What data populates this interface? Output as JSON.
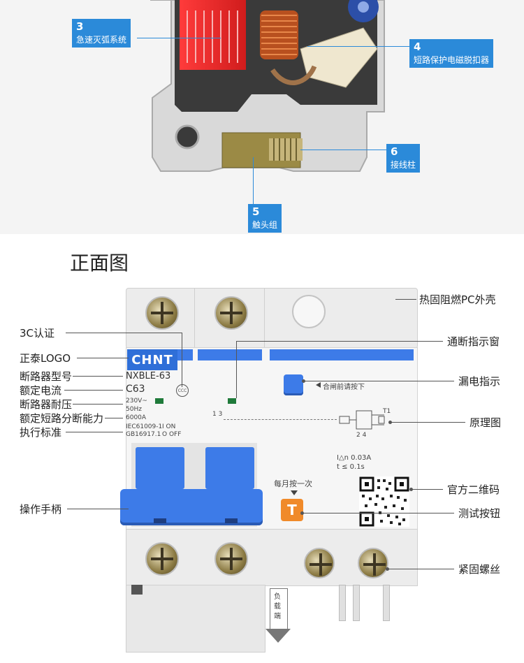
{
  "top_section": {
    "callouts": [
      {
        "num": "3",
        "text": "急速灭弧系统"
      },
      {
        "num": "4",
        "text": "短路保护电磁脱扣器"
      },
      {
        "num": "6",
        "text": "接线柱"
      },
      {
        "num": "5",
        "text": "触头组"
      }
    ]
  },
  "section_title": "正面图",
  "device": {
    "brand": "CHNT",
    "model": "NXBLE-63",
    "current": "C63",
    "voltage": "230V~",
    "frequency": "50Hz",
    "breaking_capacity": "6000A",
    "standard_1": "IEC61009-1",
    "standard_2": "GB16917.1",
    "on_label": "I ON",
    "off_label": "O OFF",
    "press_before_close": "合闸前请按下",
    "rating_1": "I△n 0.03A",
    "rating_2": "t ≤ 0.1s",
    "monthly_test": "每月按一次",
    "test_button_letter": "T",
    "load_side": "负载端",
    "terminal_marks": "1 3",
    "circuit_marks": "2 4",
    "circuit_t1": "T1"
  },
  "labels_left": [
    "3C认证",
    "正泰LOGO",
    "断路器型号",
    "额定电流",
    "断路器耐压",
    "额定短路分断能力",
    "执行标准",
    "操作手柄"
  ],
  "labels_right": [
    "热固阻燃PC外壳",
    "通断指示窗",
    "漏电指示",
    "原理图",
    "官方二维码",
    "测试按钮",
    "紧固螺丝"
  ],
  "colors": {
    "accent_blue": "#2b8ad9",
    "handle_blue": "#3d7be8",
    "test_orange": "#f08a2a",
    "red_arc": "#e53935"
  }
}
